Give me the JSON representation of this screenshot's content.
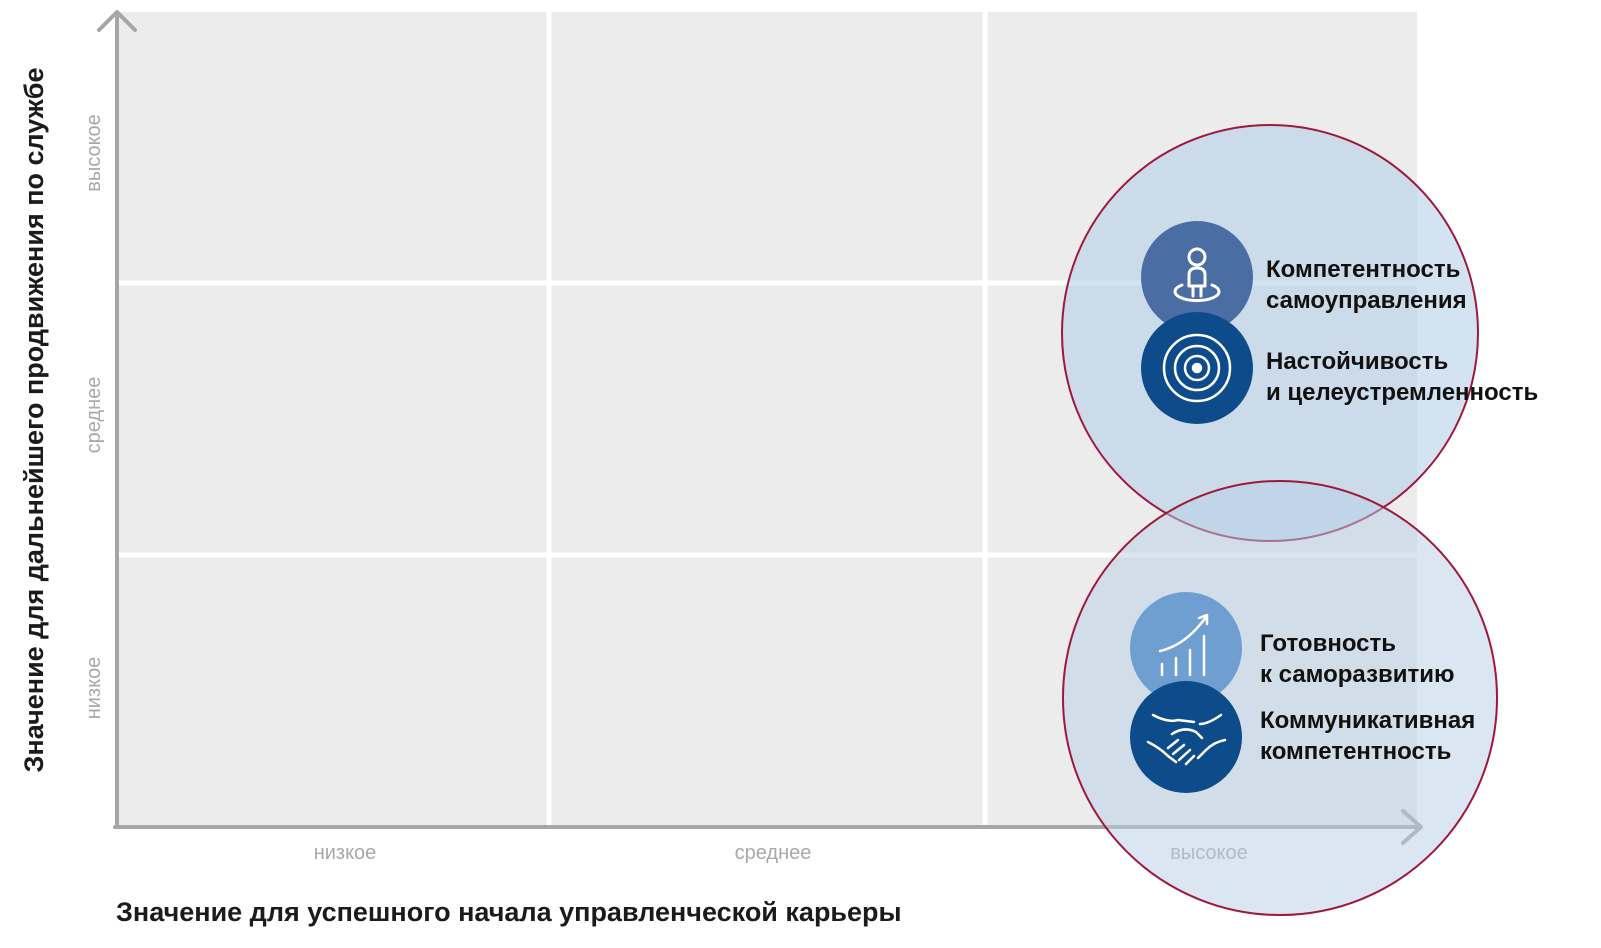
{
  "axes": {
    "x_title": "Значение для успешного начала управленческой карьеры",
    "y_title": "Значение для дальнейшего продвижения по службе",
    "x_ticks": [
      "низкое",
      "среднее",
      "высокое"
    ],
    "y_ticks": [
      "низкое",
      "среднее",
      "высокое"
    ]
  },
  "colors": {
    "grid_fill": "#ececec",
    "grid_lines": "#ffffff",
    "axis": "#a6a6a6",
    "bubble_fill": "#b5d0e8",
    "bubble_stroke": "#a0173c",
    "icon_person": "#4a6da4",
    "icon_target": "#0d4b8b",
    "icon_growth": "#6e9fd0",
    "icon_handshake": "#0d4b8b"
  },
  "clusters": [
    {
      "x_level": "высокое",
      "y_level": "высокое",
      "items": [
        {
          "icon": "person-self-icon",
          "label_lines": [
            "Компетентность",
            "самоуправления"
          ]
        },
        {
          "icon": "target-icon",
          "label_lines": [
            "Настойчивость",
            "и целеустремленность"
          ]
        }
      ]
    },
    {
      "x_level": "высокое",
      "y_level": "низкое",
      "items": [
        {
          "icon": "growth-chart-icon",
          "label_lines": [
            "Готовность",
            "к саморазвитию"
          ]
        },
        {
          "icon": "handshake-icon",
          "label_lines": [
            "Коммуникативная",
            "компетентность"
          ]
        }
      ]
    }
  ]
}
